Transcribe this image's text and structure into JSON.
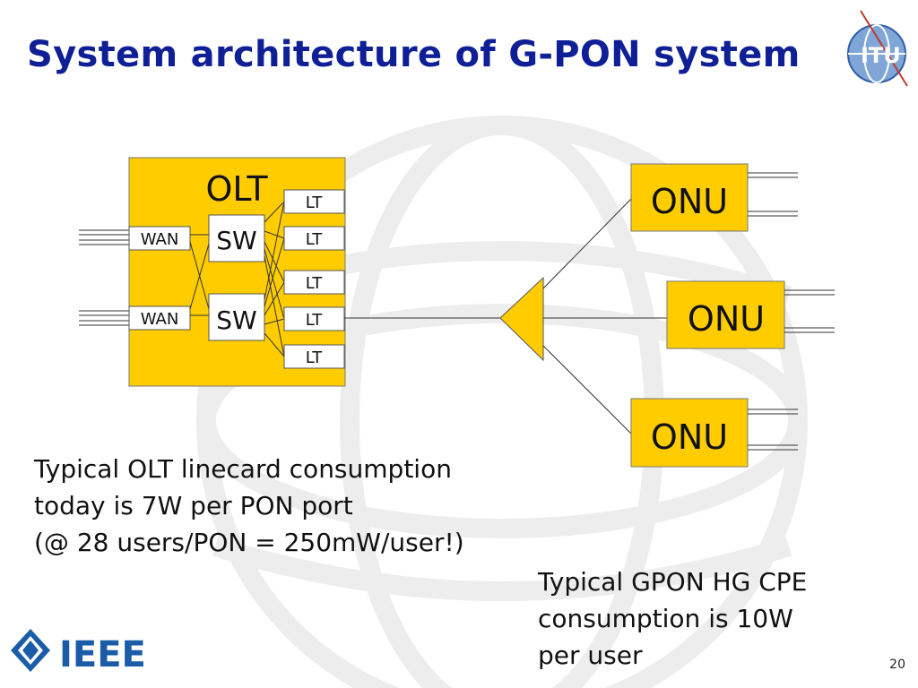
{
  "title": "System architecture of G-PON system",
  "diagram": {
    "olt_label": "OLT",
    "wan_labels": [
      "WAN",
      "WAN"
    ],
    "sw_labels": [
      "SW",
      "SW"
    ],
    "lt_labels": [
      "LT",
      "LT",
      "LT",
      "LT",
      "LT"
    ],
    "onu_labels": [
      "ONU",
      "ONU",
      "ONU"
    ]
  },
  "notes": {
    "olt_consumption": [
      "Typical OLT linecard consumption",
      "today is 7W per PON port",
      "(@ 28 users/PON = 250mW/user!)"
    ],
    "cpe_consumption": [
      "Typical GPON HG CPE",
      "consumption is 10W",
      "per user"
    ]
  },
  "logos": {
    "ieee": "IEEE",
    "itu": "ITU"
  },
  "page_number": "20",
  "colors": {
    "title": "#0f1f96",
    "box_fill": "#ffcc00",
    "ieee_blue": "#1a5ca8"
  }
}
